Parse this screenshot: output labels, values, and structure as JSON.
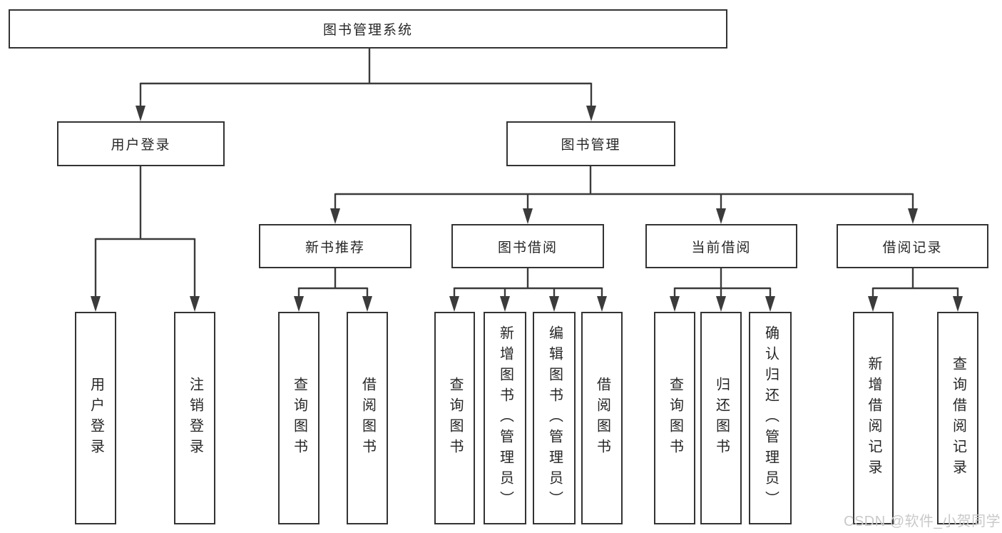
{
  "colors": {
    "line": "#3b3b3b",
    "box_border": "#333333",
    "box_fill": "#ffffff",
    "text": "#262626",
    "watermark": "#c9c9c9",
    "background": "#ffffff"
  },
  "diagram": {
    "title": "图书管理系统",
    "branches": [
      {
        "label": "用户登录",
        "children": [
          "用户登录",
          "注销登录"
        ]
      },
      {
        "label": "图书管理",
        "sections": [
          {
            "label": "新书推荐",
            "children": [
              "查询图书",
              "借阅图书"
            ]
          },
          {
            "label": "图书借阅",
            "children": [
              "查询图书",
              "新增图书（管理员）",
              "编辑图书（管理员）",
              "借阅图书"
            ]
          },
          {
            "label": "当前借阅",
            "children": [
              "查询图书",
              "归还图书",
              "确认归还（管理员）"
            ]
          },
          {
            "label": "借阅记录",
            "children": [
              "新增借阅记录",
              "查询借阅记录"
            ]
          }
        ]
      }
    ]
  },
  "watermark": {
    "text": "CSDN @软件_小贺同学"
  }
}
